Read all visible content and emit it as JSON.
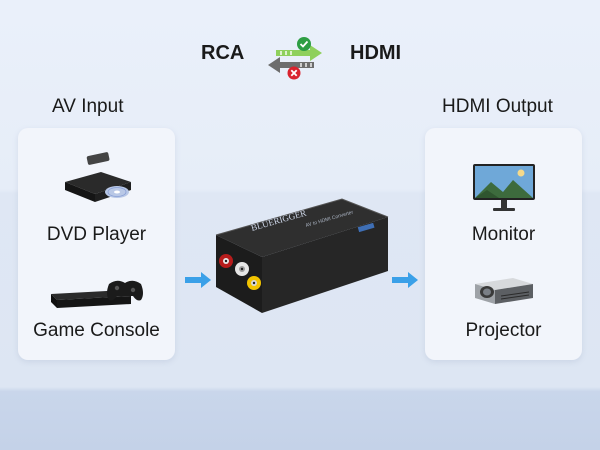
{
  "header": {
    "source_label": "RCA",
    "target_label": "HDMI",
    "check_icon": "check-circle-icon",
    "cross_icon": "cross-circle-icon",
    "check_color": "#2e9e44",
    "cross_color": "#d9232e"
  },
  "input_panel": {
    "heading": "AV Input",
    "devices": [
      {
        "label": "DVD Player",
        "icon": "dvd-player-icon"
      },
      {
        "label": "Game Console",
        "icon": "game-console-icon"
      }
    ]
  },
  "output_panel": {
    "heading": "HDMI Output",
    "devices": [
      {
        "label": "Monitor",
        "icon": "monitor-icon"
      },
      {
        "label": "Projector",
        "icon": "projector-icon"
      }
    ]
  },
  "converter": {
    "brand": "BLUERIGGER",
    "model_text": "AV to HDMI Converter",
    "icon": "converter-box-icon"
  },
  "colors": {
    "flow_arrow": "#3aa0e8",
    "panel_bg": "#f2f5fb"
  }
}
